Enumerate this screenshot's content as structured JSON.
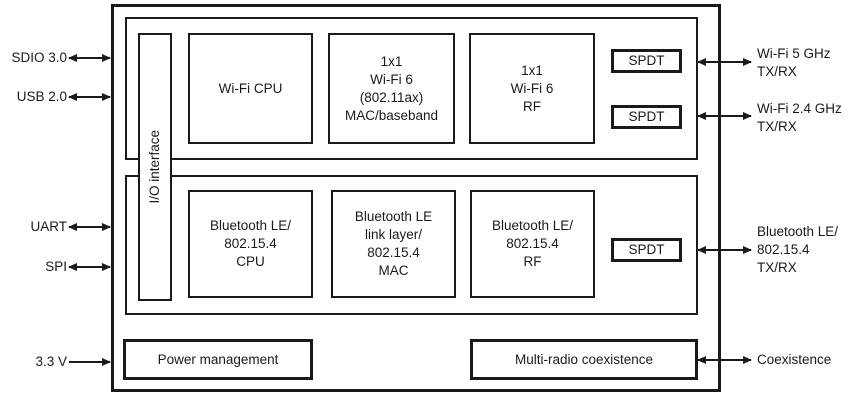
{
  "diagram": {
    "colors": {
      "line": "#1a1a1a",
      "background": "#ffffff"
    },
    "ports_left": [
      {
        "label": "SDIO 3.0",
        "direction": "bidirectional"
      },
      {
        "label": "USB 2.0",
        "direction": "bidirectional"
      },
      {
        "label": "UART",
        "direction": "bidirectional"
      },
      {
        "label": "SPI",
        "direction": "bidirectional"
      },
      {
        "label": "3.3 V",
        "direction": "input"
      }
    ],
    "ports_right": [
      {
        "label": "Wi-Fi 5 GHz\nTX/RX",
        "direction": "bidirectional"
      },
      {
        "label": "Wi-Fi 2.4 GHz\nTX/RX",
        "direction": "bidirectional"
      },
      {
        "label": "Bluetooth LE/\n802.15.4\nTX/RX",
        "direction": "bidirectional"
      },
      {
        "label": "Coexistence",
        "direction": "bidirectional"
      }
    ],
    "io_interface_label": "I/O interface",
    "wifi": {
      "cpu": "Wi-Fi CPU",
      "mac_baseband": "1x1\nWi-Fi 6\n(802.11ax)\nMAC/baseband",
      "rf": "1x1\nWi-Fi 6\nRF",
      "spdt_5ghz": "SPDT",
      "spdt_24ghz": "SPDT"
    },
    "bluetooth": {
      "cpu": "Bluetooth LE/\n802.15.4\nCPU",
      "link_mac": "Bluetooth LE\nlink layer/\n802.15.4\nMAC",
      "rf": "Bluetooth LE/\n802.15.4\nRF",
      "spdt": "SPDT"
    },
    "power_management": "Power management",
    "multi_radio_coexistence": "Multi-radio coexistence"
  }
}
